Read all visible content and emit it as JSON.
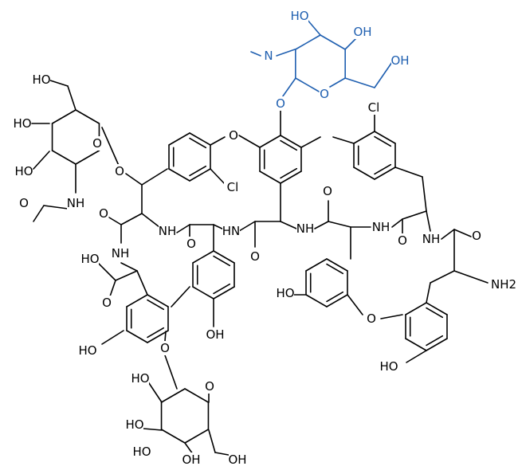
{
  "molecule": {
    "atom_labels": [
      {
        "text": "HO",
        "color": "blue"
      },
      {
        "text": "OH",
        "color": "blue"
      },
      {
        "text": "N",
        "color": "blue"
      },
      {
        "text": "O",
        "color": "blue"
      },
      {
        "text": "OH",
        "color": "blue"
      },
      {
        "text": "O",
        "color": "blue"
      },
      {
        "text": "HO"
      },
      {
        "text": "HO"
      },
      {
        "text": "O"
      },
      {
        "text": "HO"
      },
      {
        "text": "O"
      },
      {
        "text": "NH"
      },
      {
        "text": "O"
      },
      {
        "text": "O"
      },
      {
        "text": "O"
      },
      {
        "text": "Cl"
      },
      {
        "text": "Cl"
      },
      {
        "text": "NH"
      },
      {
        "text": "O"
      },
      {
        "text": "HN"
      },
      {
        "text": "O"
      },
      {
        "text": "NH"
      },
      {
        "text": "O"
      },
      {
        "text": "NH"
      },
      {
        "text": "O"
      },
      {
        "text": "NH"
      },
      {
        "text": "O"
      },
      {
        "text": "NH2"
      },
      {
        "text": "HO"
      },
      {
        "text": "NH"
      },
      {
        "text": "O"
      },
      {
        "text": "HO"
      },
      {
        "text": "O"
      },
      {
        "text": "HO"
      },
      {
        "text": "OH"
      },
      {
        "text": "O"
      },
      {
        "text": "HO"
      },
      {
        "text": "O"
      },
      {
        "text": "HO"
      },
      {
        "text": "HO"
      },
      {
        "text": "HO"
      },
      {
        "text": "OH"
      },
      {
        "text": "OH"
      }
    ],
    "colors": {
      "default": "#000000",
      "highlight": "#1f5fb0"
    }
  }
}
